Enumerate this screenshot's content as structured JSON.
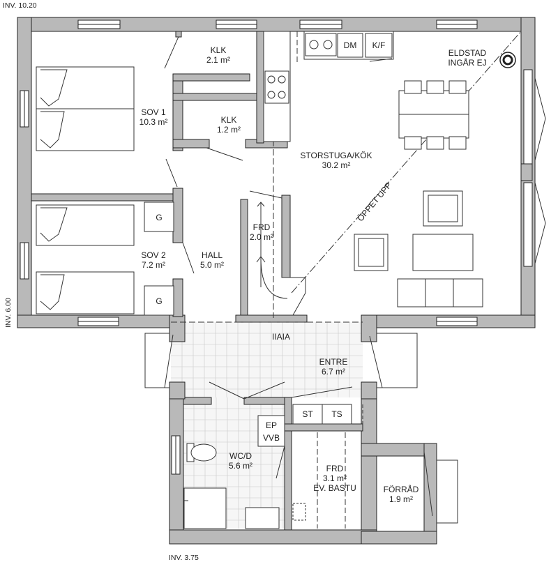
{
  "dimensions": {
    "top": "INV. 10.20",
    "left": "INV. 6.00",
    "bottom": "INV. 3.75"
  },
  "rooms": {
    "klk1": {
      "name": "KLK",
      "area": "2.1 m²"
    },
    "klk2": {
      "name": "KLK",
      "area": "1.2 m²"
    },
    "sov1": {
      "name": "SOV 1",
      "area": "10.3 m²"
    },
    "sov2": {
      "name": "SOV 2",
      "area": "7.2 m²"
    },
    "hall": {
      "name": "HALL",
      "area": "5.0 m²"
    },
    "frd1": {
      "name": "FRD",
      "area": "2.0 m²"
    },
    "storstuga": {
      "name": "STORSTUGA/KÖK",
      "area": "30.2 m²"
    },
    "entre": {
      "name": "ENTRE",
      "area": "6.7 m²"
    },
    "wcd": {
      "name": "WC/D",
      "area": "5.6 m²"
    },
    "frd2": {
      "name": "FRD",
      "area": "3.1 m²",
      "note": "EV. BASTU"
    },
    "forrad": {
      "name": "FÖRRÅD",
      "area": "1.9 m²"
    }
  },
  "labels": {
    "dm": "DM",
    "kf": "K/F",
    "eldstad_1": "ELDSTAD",
    "eldstad_2": "INGÅR EJ",
    "oppet_upp": "ÖPPET UPP",
    "g1": "G",
    "g2": "G",
    "st": "ST",
    "ts": "TS",
    "ep": "EP",
    "vvb": "VVB",
    "stair": "IIAIA"
  }
}
